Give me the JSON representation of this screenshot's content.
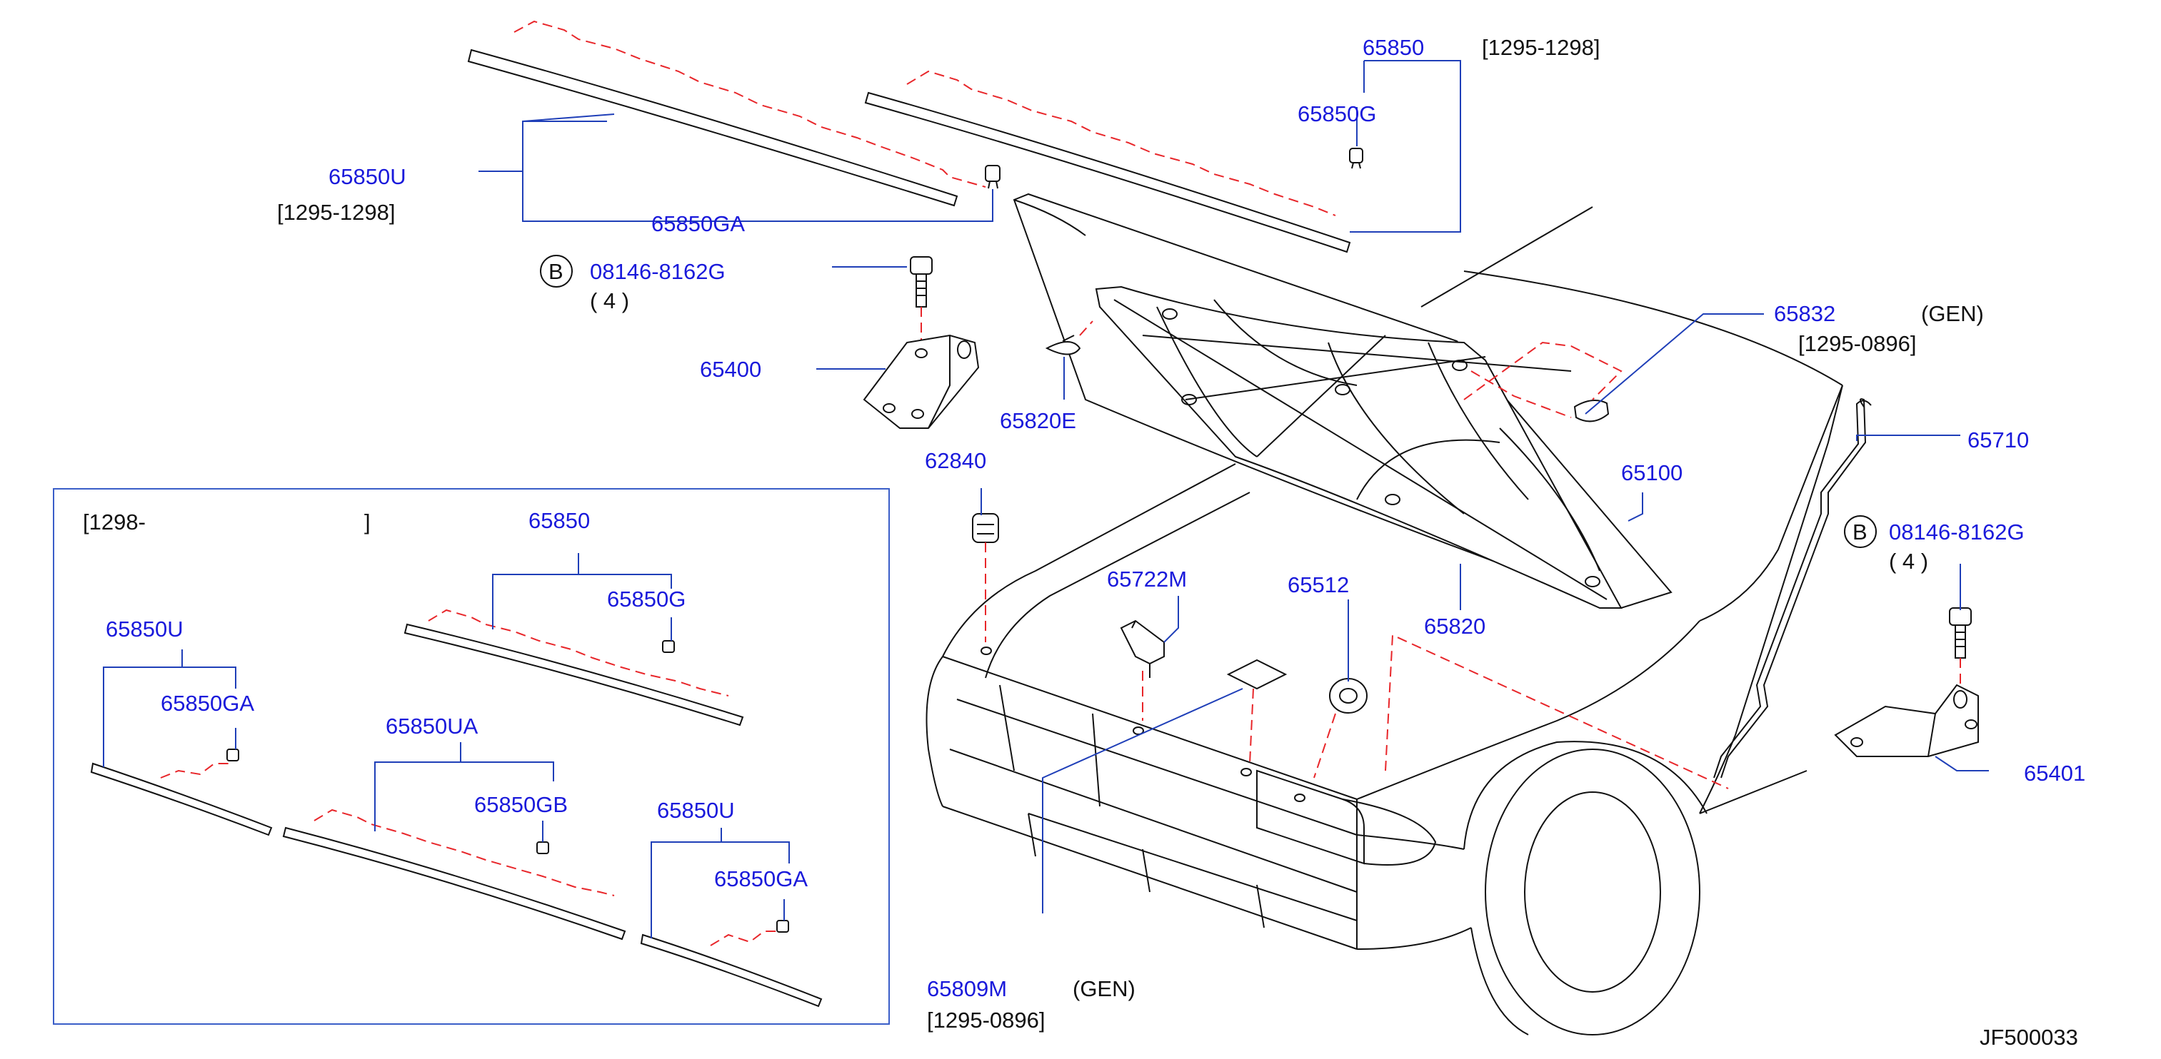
{
  "colors": {
    "part_number": "#1a1adb",
    "leader": "#1f3fb8",
    "dash": "#e8262a",
    "outline": "#111111"
  },
  "labels": {
    "p65850": "65850",
    "r65850": "[1295-1298]",
    "p65850G": "65850G",
    "p65850U": "65850U",
    "r65850U": "[1295-1298]",
    "p65850GA": "65850GA",
    "bolt_marker": "B",
    "p08146a": "08146-8162G",
    "q08146a": "( 4 )",
    "p65400": "65400",
    "p65820E": "65820E",
    "p65832": "65832",
    "n65832": "(GEN)",
    "r65832": "[1295-0896]",
    "p65710": "65710",
    "p62840": "62840",
    "p65100": "65100",
    "p08146b": "08146-8162G",
    "q08146b": "( 4 )",
    "p65722M": "65722M",
    "p65512": "65512",
    "p65820": "65820",
    "p65401": "65401",
    "p65809M": "65809M",
    "n65809M": "(GEN)",
    "r65809M": "[1295-0896]",
    "diagram_code": "JF500033"
  },
  "inset": {
    "range_open": "[1298-",
    "range_close": "]",
    "p65850": "65850",
    "p65850G": "65850G",
    "p65850U_left": "65850U",
    "p65850GA_left": "65850GA",
    "p65850UA": "65850UA",
    "p65850GB": "65850GB",
    "p65850U_right": "65850U",
    "p65850GA_right": "65850GA"
  }
}
